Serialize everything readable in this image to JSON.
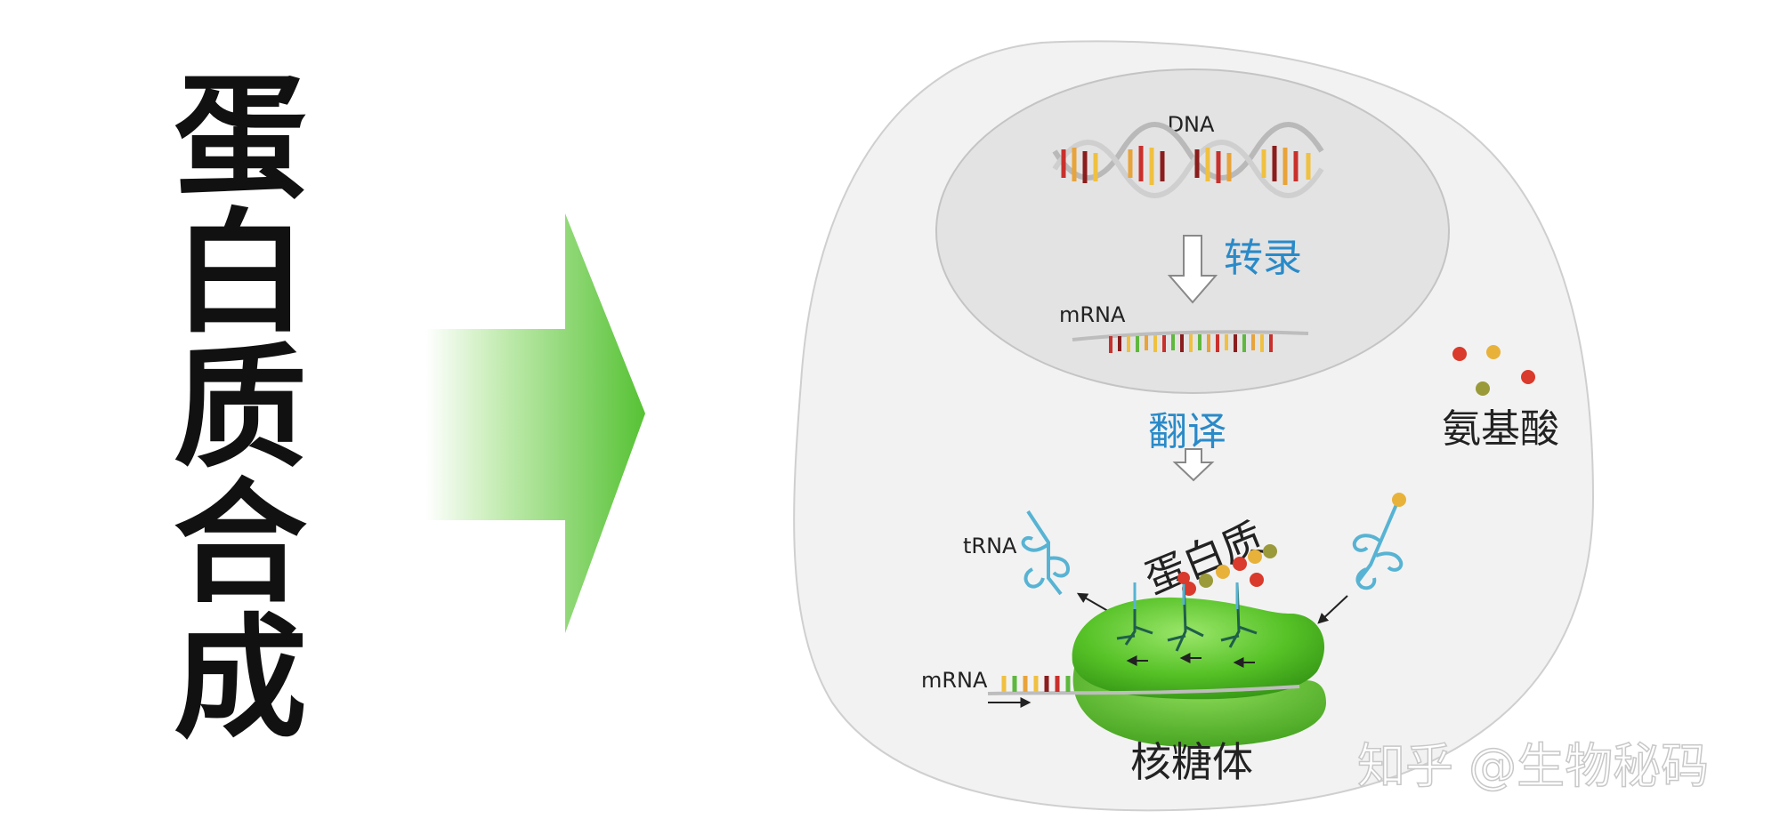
{
  "title": {
    "chars": [
      "蛋",
      "白",
      "质",
      "合",
      "成"
    ]
  },
  "labels": {
    "dna": "DNA",
    "transcription": "转录",
    "mrna_top": "mRNA",
    "translation": "翻译",
    "amino_acids": "氨基酸",
    "trna": "tRNA",
    "protein": "蛋白质",
    "mrna_bottom": "mRNA",
    "ribosome": "核糖体"
  },
  "watermark": {
    "text": "知乎 @生物秘码"
  },
  "colors": {
    "title_text": "#111111",
    "arrow_green": "#5fc83e",
    "cell_fill": "#f2f2f2",
    "nucleus_fill": "#e4e4e4",
    "step_label": "#2a8ac8",
    "ribosome_green": "#57c12a",
    "trna_blue": "#57b3d3",
    "amino_red": "#d93a2b",
    "amino_yellow": "#e8b23a",
    "amino_olive": "#9a9a3a"
  },
  "icons": {
    "big_arrow": "right-arrow-icon",
    "down_arrow": "down-arrow-icon"
  }
}
